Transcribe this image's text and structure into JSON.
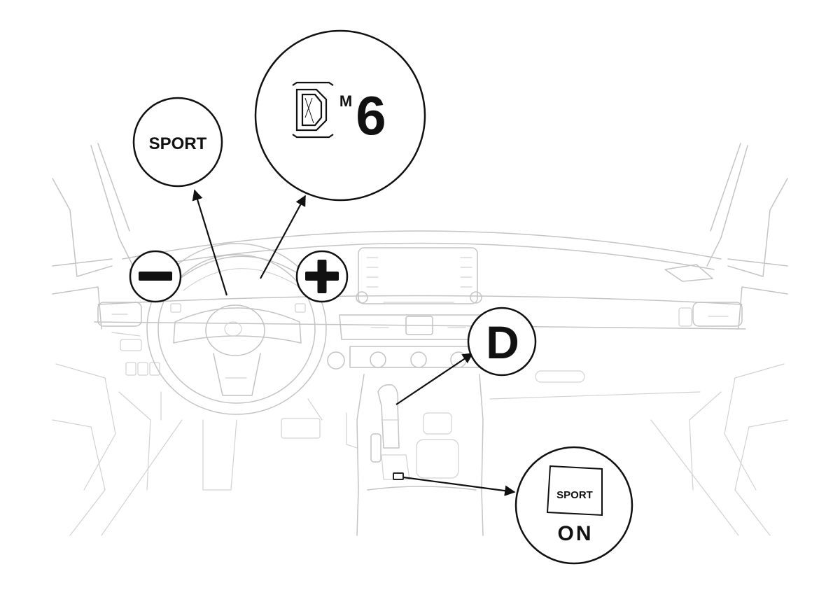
{
  "callouts": {
    "sport_mode": {
      "label": "SPORT"
    },
    "gear_display": {
      "gear": "D",
      "mode_letter": "M",
      "gear_number": "6"
    },
    "paddle_minus": {
      "symbol": "minus"
    },
    "paddle_plus": {
      "symbol": "plus"
    },
    "shift_position": {
      "label": "D"
    },
    "sport_button": {
      "label": "SPORT",
      "state": "ON"
    }
  },
  "colors": {
    "line_art": "#c4c4c4",
    "callout_stroke": "#111111",
    "background": "#ffffff"
  }
}
